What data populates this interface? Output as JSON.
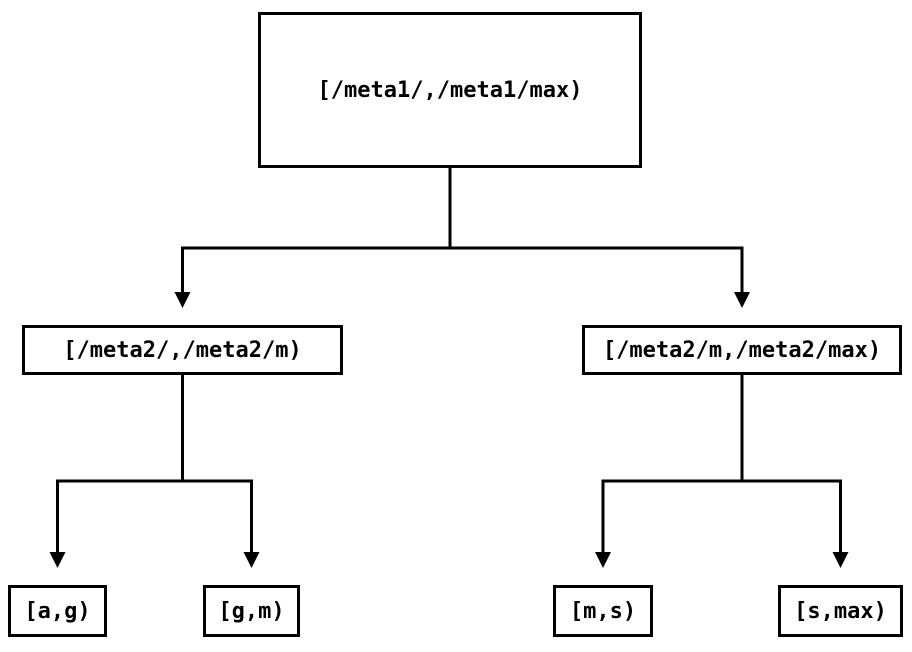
{
  "diagram": {
    "background_color": "#ffffff",
    "line_color": "#000000",
    "text_color": "#000000",
    "nodes": {
      "root": {
        "label": "[/meta1/,/meta1/max)"
      },
      "meta2_low": {
        "label": "[/meta2/,/meta2/m)"
      },
      "meta2_high": {
        "label": "[/meta2/m,/meta2/max)"
      },
      "leaf_ag": {
        "label": "[a,g)"
      },
      "leaf_gm": {
        "label": "[g,m)"
      },
      "leaf_ms": {
        "label": "[m,s)"
      },
      "leaf_smax": {
        "label": "[s,max)"
      }
    },
    "edges": [
      {
        "from": "root",
        "to": "meta2_low"
      },
      {
        "from": "root",
        "to": "meta2_high"
      },
      {
        "from": "meta2_low",
        "to": "leaf_ag"
      },
      {
        "from": "meta2_low",
        "to": "leaf_gm"
      },
      {
        "from": "meta2_high",
        "to": "leaf_ms"
      },
      {
        "from": "meta2_high",
        "to": "leaf_smax"
      }
    ]
  }
}
